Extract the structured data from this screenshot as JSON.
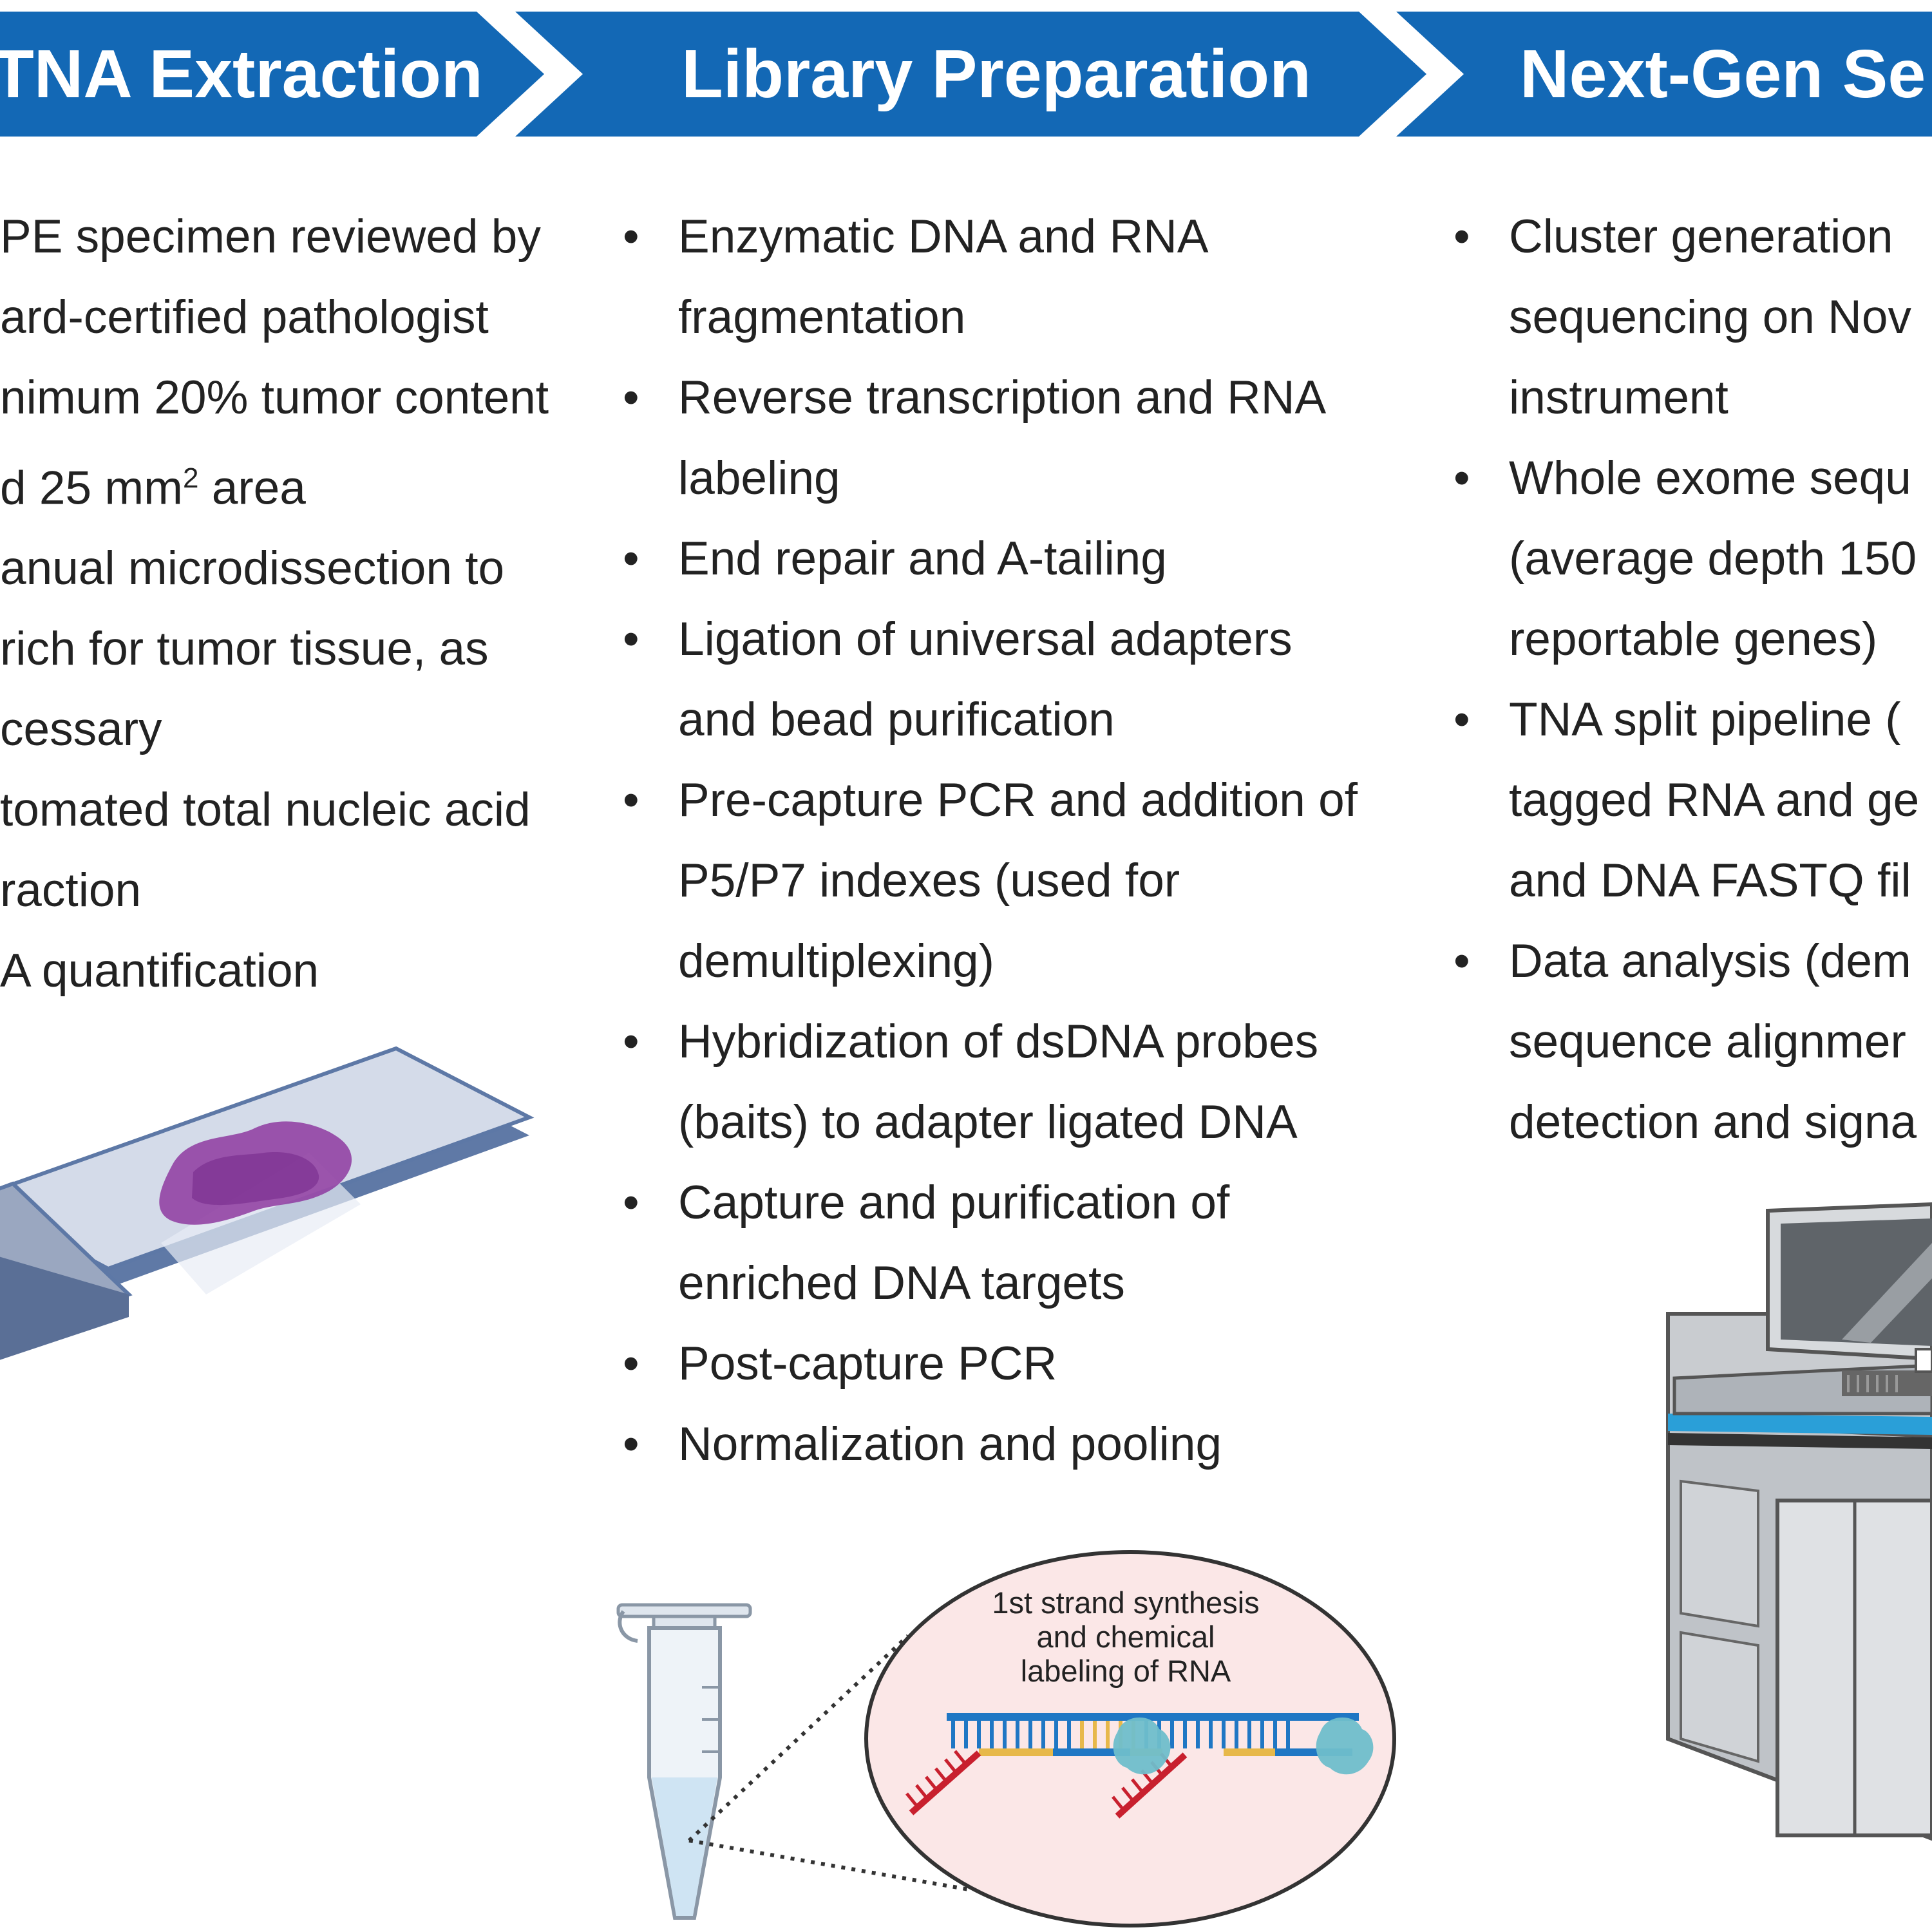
{
  "steps": [
    {
      "label": "TNA Extraction"
    },
    {
      "label": "Library Preparation"
    },
    {
      "label": "Next-Gen Se"
    }
  ],
  "columns": {
    "extraction": [
      "PE specimen reviewed by",
      "ard-certified pathologist",
      "nimum 20% tumor content",
      "d 25 mm",
      "anual microdissection to",
      "rich for tumor tissue, as",
      "cessary",
      "tomated total nucleic acid",
      "raction",
      "A quantification"
    ],
    "extraction_sup": {
      "index": 3,
      "sup": "2",
      "after": " area"
    },
    "library": [
      [
        "Enzymatic DNA and RNA",
        "fragmentation"
      ],
      [
        "Reverse transcription and RNA",
        "labeling"
      ],
      [
        "End repair and A-tailing"
      ],
      [
        "Ligation of universal adapters",
        "and bead purification"
      ],
      [
        "Pre-capture PCR and addition of",
        "P5/P7 indexes (used for",
        "demultiplexing)"
      ],
      [
        "Hybridization of dsDNA probes",
        "(baits) to adapter ligated DNA"
      ],
      [
        "Capture and purification of",
        "enriched DNA targets"
      ],
      [
        "Post-capture PCR"
      ],
      [
        "Normalization and pooling"
      ]
    ],
    "sequencing": [
      [
        "Cluster generation",
        "sequencing on Nov",
        "instrument"
      ],
      [
        "Whole exome sequ",
        "(average depth 150",
        "reportable genes)"
      ],
      [
        "TNA split pipeline (",
        "tagged RNA and ge",
        "and DNA FASTQ fil"
      ],
      [
        "Data analysis (dem",
        "sequence alignmer",
        "detection and signa"
      ]
    ]
  },
  "inset": {
    "line1": "1st strand synthesis",
    "line2": "and chemical",
    "line3": "labeling of RNA"
  },
  "colors": {
    "banner": "#1368b5",
    "slide_stain": "#8e3aa0",
    "dna_blue": "#1f77c4",
    "dna_yellow": "#e7b84a",
    "rna_red": "#c8202e",
    "enzyme_teal": "#6fbecb",
    "inset_fill": "#fbe7e7",
    "sequencer_accent": "#2a9fd8"
  }
}
